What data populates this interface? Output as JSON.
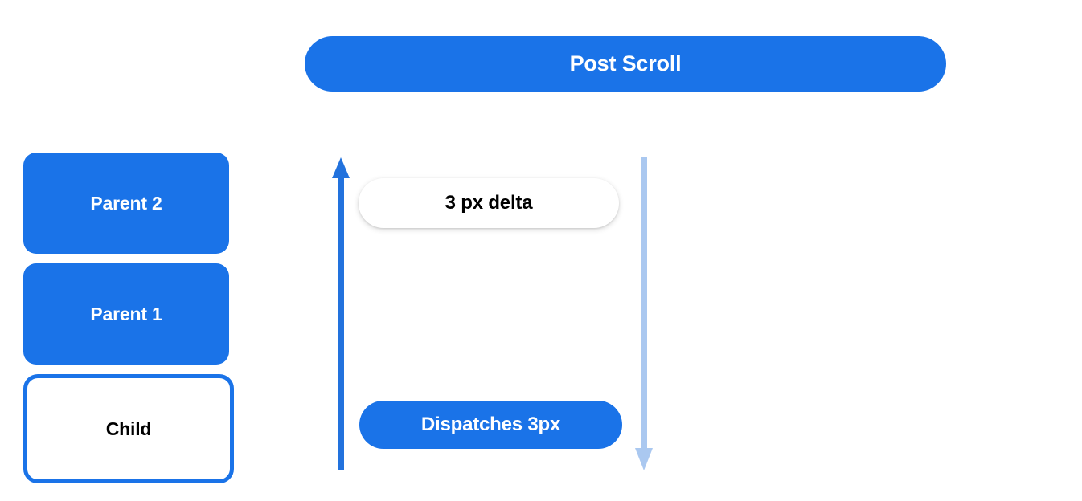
{
  "colors": {
    "brand_blue": "#1a73e8",
    "arrow_up": "#2272dd",
    "arrow_down": "#aac8f0",
    "text_light": "#ffffff",
    "text_dark": "#000000",
    "background": "#ffffff"
  },
  "header": {
    "title": "Post Scroll"
  },
  "hierarchy": {
    "boxes": [
      {
        "label": "Parent 2",
        "style": "filled"
      },
      {
        "label": "Parent 1",
        "style": "filled"
      },
      {
        "label": "Child",
        "style": "outlined"
      }
    ]
  },
  "flow": {
    "up_arrow": {
      "icon": "arrow-up-icon",
      "direction": "up",
      "color": "#2272dd"
    },
    "down_arrow": {
      "icon": "arrow-down-icon",
      "direction": "down",
      "color": "#aac8f0"
    },
    "delta_pill": "3 px delta",
    "dispatch_pill": "Dispatches 3px"
  }
}
